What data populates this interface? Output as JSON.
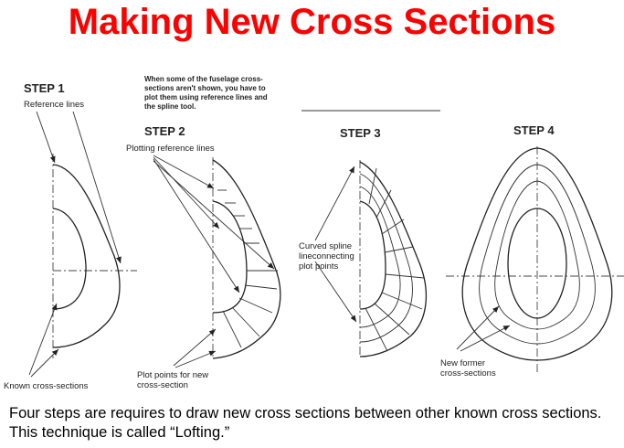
{
  "title": "Making New Cross Sections",
  "steps": {
    "step1": {
      "label": "STEP 1",
      "annotations": [
        "Reference lines",
        "Known cross-sections"
      ]
    },
    "step2": {
      "label": "STEP 2",
      "annotations": [
        "Plotting reference lines",
        "Plot points for new",
        "cross-section"
      ]
    },
    "step3": {
      "label": "STEP 3",
      "annotations": [
        "Curved spline",
        "lineconnecting",
        "plot points"
      ]
    },
    "step4": {
      "label": "STEP 4",
      "annotations": [
        "New former",
        "cross-sections"
      ]
    }
  },
  "note": [
    "When some of the fuselage cross-",
    "sections aren't shown, you have to",
    "plot them using reference lines and",
    "the spline tool."
  ],
  "caption": "Four steps are requires to draw new cross sections between other known cross sections. This technique is called “Lofting.”",
  "colors": {
    "title": "#ff0000",
    "lines": "#222222"
  }
}
